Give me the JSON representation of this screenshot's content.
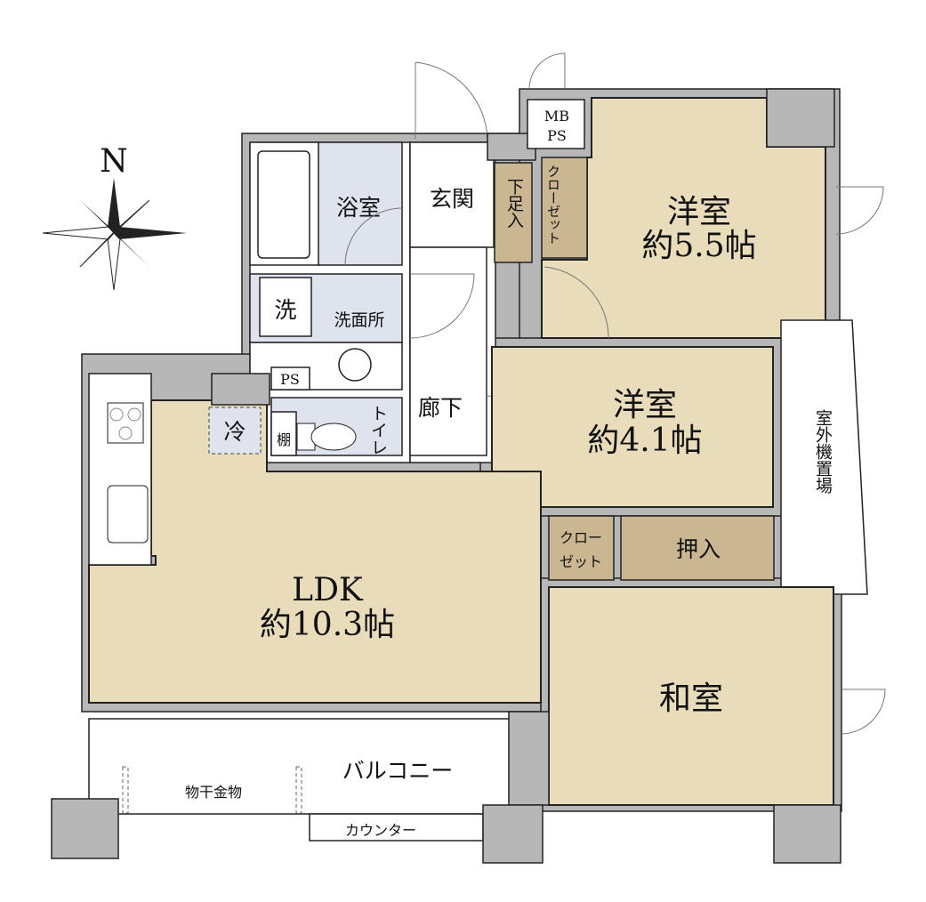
{
  "compass": {
    "north_label": "N"
  },
  "rooms": {
    "bath": "浴室",
    "washer": "洗",
    "washroom": "洗面所",
    "ps_small": "PS",
    "fridge": "冷",
    "shelf": "棚",
    "toilet": "トイレ",
    "entrance": "玄関",
    "shoe_closet": "下足入",
    "closet_a": "クローゼット",
    "mbps_line1": "MB",
    "mbps_line2": "PS",
    "western1_name": "洋室",
    "western1_size": "約5.5帖",
    "hallway": "廊下",
    "western2_name": "洋室",
    "western2_size": "約4.1帖",
    "closet_b_line1": "クロー",
    "closet_b_line2": "ゼット",
    "oshiire": "押入",
    "outdoor_unit": "室外機置場",
    "ldk_name": "LDK",
    "ldk_size": "約10.3帖",
    "japanese_room": "和室",
    "balcony": "バルコニー",
    "laundry_hardware": "物干金物",
    "counter": "カウンター"
  },
  "colors": {
    "room": "#e9dcbb",
    "storage": "#cbb692",
    "wet": "#dfe3ee",
    "wall": "#b7b7b7"
  }
}
